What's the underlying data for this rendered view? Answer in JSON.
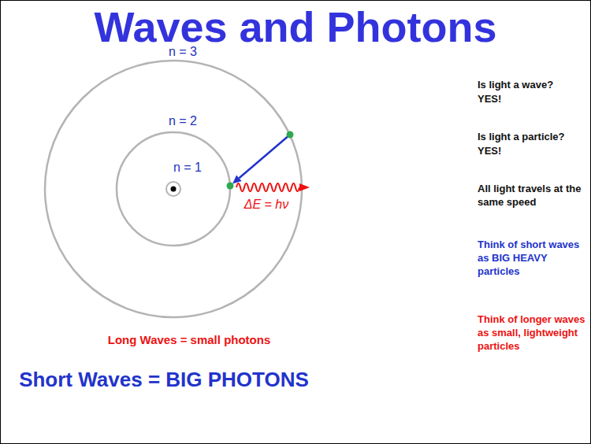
{
  "diagram": {
    "title": "Waves and Photons",
    "labels": [
      "n = 3",
      "n = 2",
      "n = 1",
      "ΔE = hν",
      "Long Waves = small photons",
      "Short Waves = BIG PHOTONS",
      "Is light a wave?",
      "YES!",
      "Is light a particle?",
      "YES!",
      "All light travels at the same speed",
      "Think of short waves as BIG HEAVY particles",
      "Think of longer waves as small, lightweight particles"
    ]
  }
}
